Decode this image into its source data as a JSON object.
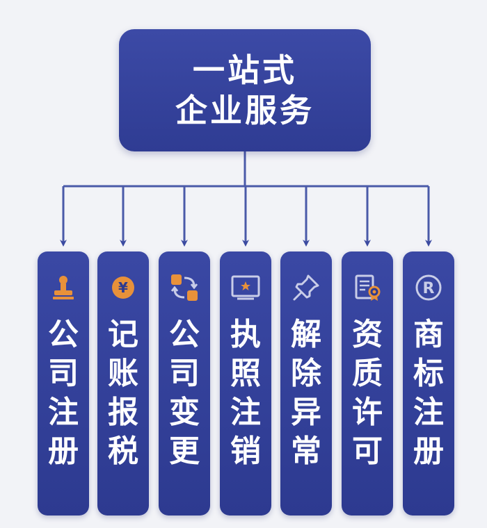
{
  "root": {
    "line1": "一站式",
    "line2": "企业服务"
  },
  "services": [
    {
      "label": "公司注册",
      "icon": "stamp-icon"
    },
    {
      "label": "记账报税",
      "icon": "yen-coin-icon"
    },
    {
      "label": "公司变更",
      "icon": "change-arrows-icon"
    },
    {
      "label": "执照注销",
      "icon": "license-frame-icon"
    },
    {
      "label": "解除异常",
      "icon": "pushpin-icon"
    },
    {
      "label": "资质许可",
      "icon": "certificate-icon"
    },
    {
      "label": "商标注册",
      "icon": "registered-trademark-icon"
    }
  ],
  "colors": {
    "box": "#2f3c93",
    "connector": "#4a5aa8",
    "icon_orange": "#e8913a",
    "icon_light": "#c9cde8",
    "background": "#f2f3f7"
  }
}
